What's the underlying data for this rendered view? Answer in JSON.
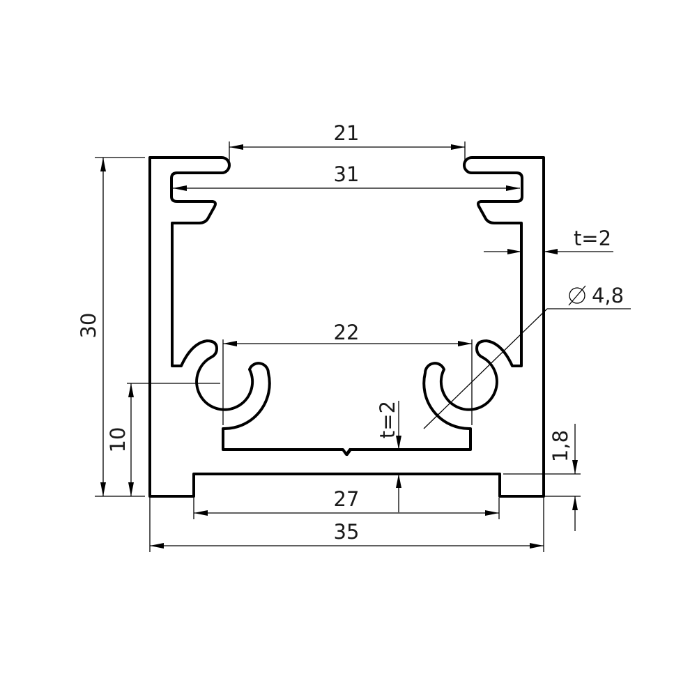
{
  "drawing": {
    "dimensions": {
      "top_opening": "21",
      "inner_top_width": "31",
      "clip_spacing": "22",
      "bottom_inner_width": "27",
      "overall_width": "35",
      "overall_height": "30",
      "clip_center_height": "10",
      "wall_thickness": "t=2",
      "floor_thickness": "t=2",
      "clip_diameter": "4,8",
      "foot_height": "1,8"
    },
    "stroke_color": "#000000"
  }
}
